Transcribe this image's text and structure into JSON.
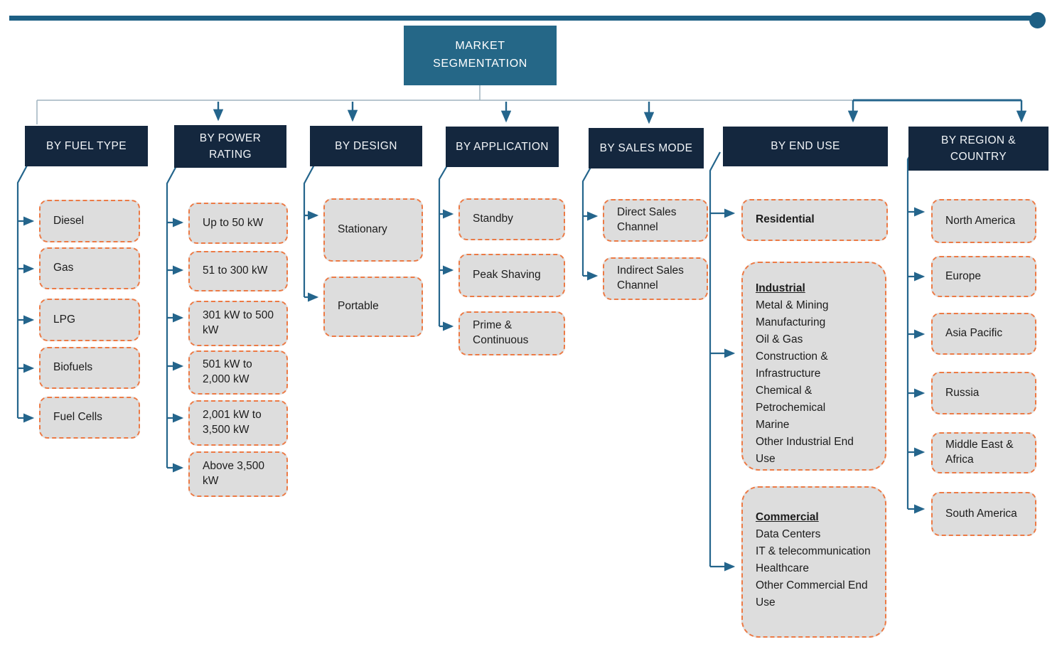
{
  "root": {
    "label": "MARKET\nSEGMENTATION"
  },
  "colors": {
    "top_bar": "#1d5f84",
    "root_box": "#256787",
    "header_box": "#14273e",
    "item_background": "#dddddd",
    "item_border": "#ec7a45",
    "connector": "#24658c",
    "thin_line": "#9fb3bf"
  },
  "columns": [
    {
      "header": "BY FUEL TYPE",
      "items": [
        {
          "label": "Diesel"
        },
        {
          "label": "Gas"
        },
        {
          "label": "LPG"
        },
        {
          "label": "Biofuels"
        },
        {
          "label": "Fuel Cells"
        }
      ]
    },
    {
      "header": "BY POWER\nRATING",
      "items": [
        {
          "label": "Up to 50 kW"
        },
        {
          "label": "51 to 300 kW"
        },
        {
          "label": "301 kW to 500 kW"
        },
        {
          "label": "501 kW to 2,000 kW"
        },
        {
          "label": "2,001 kW to 3,500 kW"
        },
        {
          "label": "Above 3,500 kW"
        }
      ]
    },
    {
      "header": "BY DESIGN",
      "items": [
        {
          "label": "Stationary"
        },
        {
          "label": "Portable"
        }
      ]
    },
    {
      "header": "BY APPLICATION",
      "items": [
        {
          "label": "Standby"
        },
        {
          "label": "Peak Shaving"
        },
        {
          "label": "Prime & Continuous"
        }
      ]
    },
    {
      "header": "BY SALES MODE",
      "items": [
        {
          "label": "Direct Sales Channel"
        },
        {
          "label": "Indirect Sales Channel"
        }
      ]
    },
    {
      "header": "BY END USE",
      "items": [
        {
          "label": "Residential"
        },
        {
          "title": "Industrial",
          "lines": "Metal & Mining\nManufacturing\nOil & Gas\nConstruction & Infrastructure\nChemical & Petrochemical\nMarine\nOther Industrial End Use"
        },
        {
          "title": "Commercial",
          "lines": "Data Centers\nIT & telecommunication\nHealthcare\nOther Commercial End Use"
        }
      ]
    },
    {
      "header": "BY REGION &\nCOUNTRY",
      "items": [
        {
          "label": "North America"
        },
        {
          "label": "Europe"
        },
        {
          "label": "Asia Pacific"
        },
        {
          "label": "Russia"
        },
        {
          "label": "Middle East & Africa"
        },
        {
          "label": "South America"
        }
      ]
    }
  ]
}
